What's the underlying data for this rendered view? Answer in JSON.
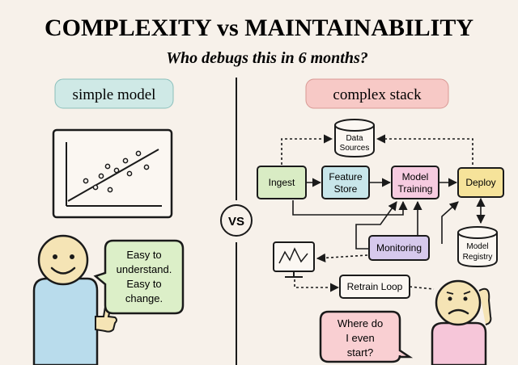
{
  "header": {
    "title": "COMPLEXITY vs MAINTAINABILITY",
    "subtitle": "Who debugs this in 6 months?"
  },
  "left": {
    "label": "simple model",
    "bubble_lines": [
      "Easy to",
      "understand.",
      "Easy to",
      "change."
    ]
  },
  "divider": {
    "vs": "VS"
  },
  "right": {
    "label": "complex stack",
    "data_sources": [
      "Data",
      "Sources"
    ],
    "ingest": "Ingest",
    "feature_store": [
      "Feature",
      "Store"
    ],
    "model_training": [
      "Model",
      "Training"
    ],
    "deploy": "Deploy",
    "model_registry": [
      "Model",
      "Registry"
    ],
    "monitoring": "Monitoring",
    "retrain_loop": "Retrain Loop",
    "bubble_lines": [
      "Where do",
      "I even",
      "start?"
    ]
  },
  "colors": {
    "background": "#f7f1ea",
    "simple_label": "#cfe9e6",
    "complex_label": "#f7c9c6",
    "ingest": "#d9ecc4",
    "feature_store": "#c8e6ea",
    "model_training": "#f6cbe0",
    "deploy": "#f6e39a",
    "monitoring": "#d6c9ec",
    "easy_bubble": "#dcefc8",
    "confused_bubble": "#f9cfd2",
    "simple_person_body": "#b9dcec",
    "simple_person_face": "#f5e4b5",
    "confused_person_body": "#f6c6d9",
    "confused_person_face": "#f5e4b5"
  }
}
